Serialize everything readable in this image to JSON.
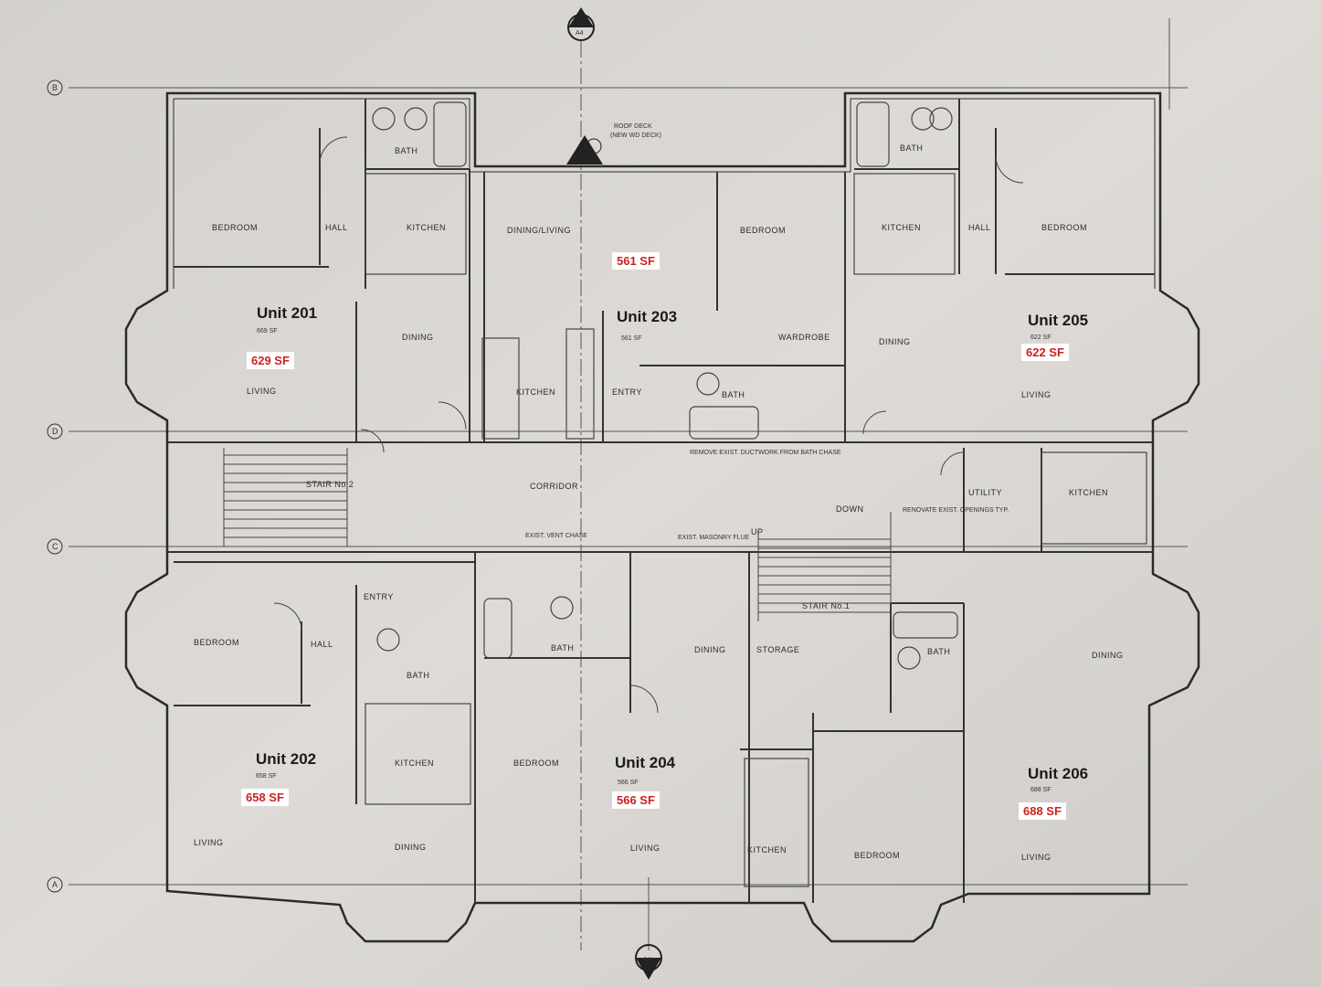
{
  "units": [
    {
      "name": "Unit 201",
      "hand_sf": "669 SF",
      "sf": "629 SF"
    },
    {
      "name": "Unit 202",
      "hand_sf": "658 SF",
      "sf": "658 SF"
    },
    {
      "name": "Unit 203",
      "hand_sf": "561 SF",
      "sf": "561 SF"
    },
    {
      "name": "Unit 204",
      "hand_sf": "566 SF",
      "sf": "566 SF"
    },
    {
      "name": "Unit 205",
      "hand_sf": "622 SF",
      "sf": "622 SF"
    },
    {
      "name": "Unit 206",
      "hand_sf": "688 SF",
      "sf": "688 SF"
    }
  ],
  "rooms": {
    "bedroom": "BEDROOM",
    "hall": "HALL",
    "kitchen": "KITCHEN",
    "bath": "BATH",
    "dining": "DINING",
    "living": "LIVING",
    "dining_living": "DINING/LIVING",
    "corridor": "CORRIDOR",
    "utility": "UTILITY",
    "storage": "STORAGE",
    "wardrobe": "WARDROBE",
    "entry": "ENTRY",
    "stair_2": "STAIR No.2",
    "stair_1": "STAIR No.1",
    "down": "DOWN",
    "up": "UP"
  },
  "notes": {
    "roof_deck": "ROOF DECK",
    "new_wd_deck": "(NEW WD DECK)",
    "exist_vent_chase": "EXIST. VENT CHASE",
    "exist_masonry_flue": "EXIST. MASONRY FLUE",
    "remove_exist_ductwork": "REMOVE EXIST. DUCTWORK FROM BATH CHASE",
    "renovate": "RENOVATE EXIST. OPENINGS TYP."
  },
  "section_markers": {
    "top": "A4",
    "bottom": "A4"
  },
  "grid_labels": [
    "B",
    "D",
    "C",
    "A"
  ]
}
